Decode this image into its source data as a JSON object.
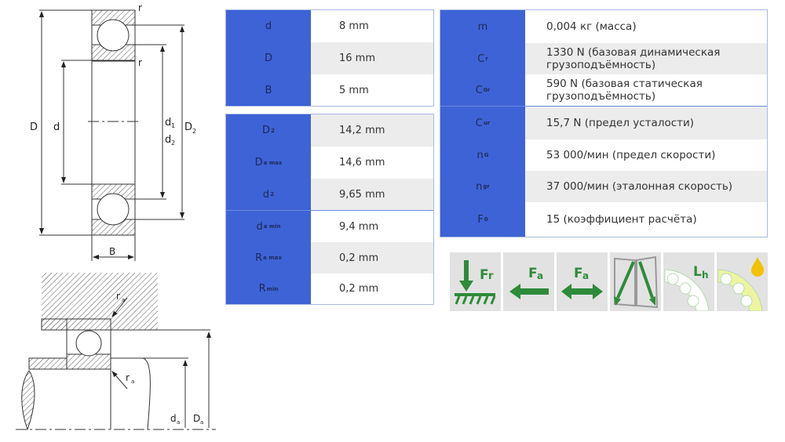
{
  "drawing_top": {
    "labels": {
      "D": "D",
      "d": "d",
      "d1": "d",
      "d1_sub": "1",
      "d2": "d",
      "d2_sub": "2",
      "D2": "D",
      "D2_sub": "2",
      "B": "B",
      "r_top": "r",
      "r_mid": "r"
    }
  },
  "drawing_bottom": {
    "labels": {
      "ra": "r",
      "ra_sub": "a",
      "ra2": "r",
      "ra2_sub": "a",
      "da": "d",
      "da_sub": "a",
      "Da": "D",
      "Da_sub": "a"
    }
  },
  "table_dimensions": [
    {
      "label": "d",
      "sub": "",
      "value": "8 mm"
    },
    {
      "label": "D",
      "sub": "",
      "value": "16 mm"
    },
    {
      "label": "B",
      "sub": "",
      "value": "5 mm"
    }
  ],
  "table_abutment": [
    {
      "label": "D",
      "sub": "2",
      "value": "14,2 mm"
    },
    {
      "label": "D",
      "sub": "a max",
      "value": "14,6 mm"
    },
    {
      "label": "d",
      "sub": "2",
      "value": "9,65 mm"
    },
    {
      "label": "d",
      "sub": "a min",
      "value": "9,4 mm"
    },
    {
      "label": "R",
      "sub": "a max",
      "value": "0,2 mm"
    },
    {
      "label": "R",
      "sub": "min",
      "value": "0,2 mm"
    }
  ],
  "table_properties": [
    {
      "label": "m",
      "sub": "",
      "value": "0,004 кг (масса)"
    },
    {
      "label": "C",
      "sub": "r",
      "value": "1330 N (базовая динамическая грузоподъёмность)"
    },
    {
      "label": "C",
      "sub": "0r",
      "value": "590 N (базовая статическая грузоподъёмность)"
    },
    {
      "label": "C",
      "sub": "ur",
      "value": "15,7 N (предел усталости)"
    },
    {
      "label": "n",
      "sub": "G",
      "value": "53 000/мин (предел скорости)"
    },
    {
      "label": "n",
      "sub": "gr",
      "value": "37 000/мин (эталонная скорость)"
    },
    {
      "label": "F",
      "sub": "0",
      "value": "15 (коэффициент расчёта)"
    }
  ],
  "icons": [
    {
      "name": "radial-load-icon",
      "text": "F",
      "sub": "r"
    },
    {
      "name": "axial-load-one-direction-icon",
      "text": "F",
      "sub": "a"
    },
    {
      "name": "axial-load-both-directions-icon",
      "text": "F",
      "sub": "a"
    },
    {
      "name": "misalignment-icon",
      "text": "",
      "sub": ""
    },
    {
      "name": "long-life-icon",
      "text": "L",
      "sub": "h"
    },
    {
      "name": "lubrication-icon",
      "text": "",
      "sub": ""
    }
  ],
  "colors": {
    "label_bg": "#3e63d6",
    "icon_green": "#2e8b3a",
    "icon_bg": "#e2e2e2",
    "oil": "#f2c200"
  }
}
